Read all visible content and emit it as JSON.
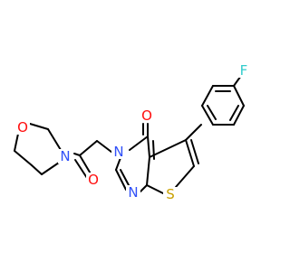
{
  "atoms": {
    "fluorine": {
      "symbol": "F",
      "color": "#33CCCC"
    },
    "carbonyl_oxygen_ring": {
      "symbol": "O",
      "color": "#FF0D0D"
    },
    "amide_oxygen": {
      "symbol": "O",
      "color": "#FF0D0D"
    },
    "morpholine_oxygen": {
      "symbol": "O",
      "color": "#FF0D0D"
    },
    "ring_nitrogen_3": {
      "symbol": "N",
      "color": "#3050F8"
    },
    "ring_nitrogen_1": {
      "symbol": "N",
      "color": "#3050F8"
    },
    "morpholine_nitrogen": {
      "symbol": "N",
      "color": "#3050F8"
    },
    "thiophene_sulfur": {
      "symbol": "S",
      "color": "#C8A000"
    }
  },
  "bond_color": "#000000"
}
